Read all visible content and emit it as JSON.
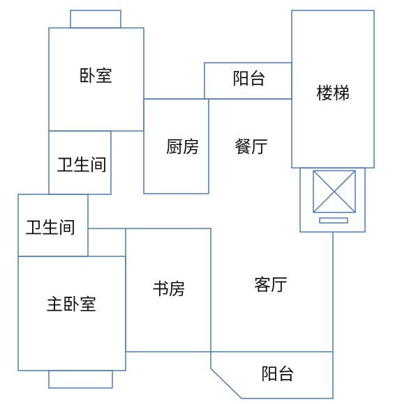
{
  "colors": {
    "wall": "#4a7ab8",
    "text": "#111111",
    "background": "#ffffff"
  },
  "rooms": {
    "bedroom": "卧室",
    "bathroom_upper": "卫生间",
    "kitchen": "厨房",
    "dining": "餐厅",
    "balcony_upper": "阳台",
    "stairs": "楼梯",
    "bathroom_lower": "卫生间",
    "master_bedroom": "主卧室",
    "study": "书房",
    "living": "客厅",
    "balcony_lower": "阳台"
  }
}
